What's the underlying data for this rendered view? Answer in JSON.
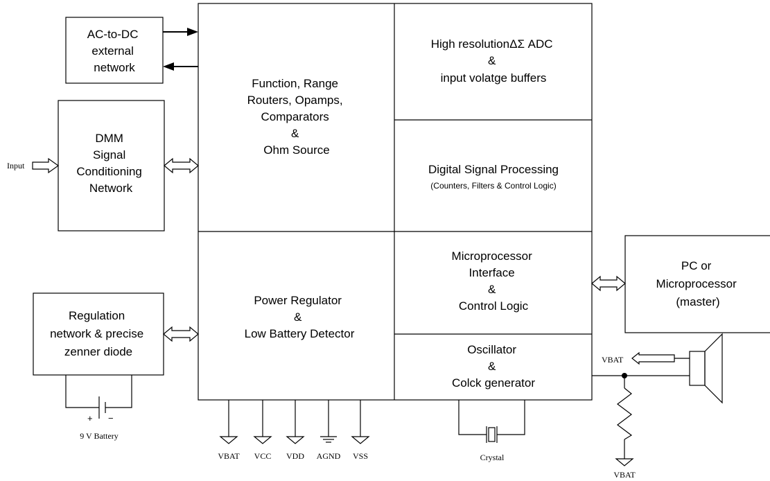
{
  "blocks": {
    "ac_dc": [
      "AC-to-DC",
      "external",
      "network"
    ],
    "dmm": [
      "DMM",
      "Signal",
      "Conditioning",
      "Network"
    ],
    "regulation": [
      "Regulation",
      "network & precise",
      "zenner diode"
    ],
    "function_range": [
      "Function, Range",
      "Routers, Opamps,",
      "Comparators",
      "&",
      "Ohm Source"
    ],
    "adc": [
      "High resolutionΔΣ  ADC",
      "&",
      "input volatge buffers"
    ],
    "dsp": [
      "Digital Signal Processing"
    ],
    "dsp_sub": "(Counters, Filters & Control Logic)",
    "power": [
      "Power Regulator",
      "&",
      "Low Battery Detector"
    ],
    "micro_if": [
      "Microprocessor",
      "Interface",
      "&",
      "Control Logic"
    ],
    "osc": [
      "Oscillator",
      "&",
      "Colck generator"
    ],
    "pc": [
      "PC or",
      "Microprocessor",
      "(master)"
    ]
  },
  "labels": {
    "input": "Input",
    "battery": "9 V Battery",
    "battery_plus": "+",
    "battery_minus": "−",
    "crystal": "Crystal",
    "vbat_right": "VBAT",
    "vbat_bottom": "VBAT",
    "pins": [
      "VBAT",
      "VCC",
      "VDD",
      "AGND",
      "VSS"
    ]
  }
}
